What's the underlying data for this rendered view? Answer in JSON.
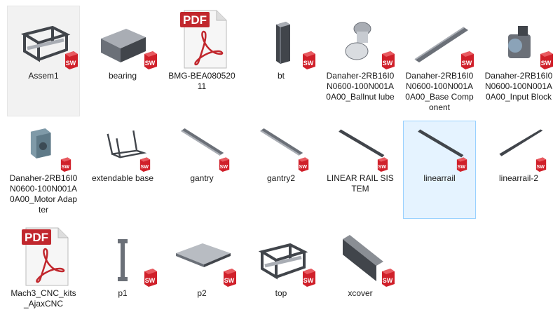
{
  "files": [
    {
      "name": "Assem1",
      "kind": "frame",
      "state": "hover"
    },
    {
      "name": "bearing",
      "kind": "block"
    },
    {
      "name": "BMG-BEA08052011",
      "kind": "pdf"
    },
    {
      "name": "bt",
      "kind": "box"
    },
    {
      "name": "Danaher-2RB16I0N0600-100N001A0A00_Ballnut lube",
      "kind": "ballnut"
    },
    {
      "name": "Danaher-2RB16I0N0600-100N001A0A00_Base Component",
      "kind": "rail"
    },
    {
      "name": "Danaher-2RB16I0N0600-100N001A0A00_Input Block",
      "kind": "motor"
    },
    {
      "name": "Danaher-2RB16I0N0600-100N001A0A00_Motor Adapter",
      "kind": "cube"
    },
    {
      "name": "extendable base",
      "kind": "stand"
    },
    {
      "name": "gantry",
      "kind": "beam"
    },
    {
      "name": "gantry2",
      "kind": "beam"
    },
    {
      "name": "LINEAR RAIL SISTEM",
      "kind": "rail2"
    },
    {
      "name": "linearrail",
      "kind": "rail2",
      "state": "selected"
    },
    {
      "name": "linearrail-2",
      "kind": "thinrail"
    },
    {
      "name": "Mach3_CNC_kits_AjaxCNC",
      "kind": "pdf"
    },
    {
      "name": "p1",
      "kind": "ibeam"
    },
    {
      "name": "p2",
      "kind": "plate"
    },
    {
      "name": "top",
      "kind": "frame"
    },
    {
      "name": "xcover",
      "kind": "cover"
    }
  ],
  "badge": {
    "sw_text": "SW",
    "pdf_text": "PDF"
  },
  "colors": {
    "sw_red": "#d0202a",
    "pdf_red": "#c1272d",
    "selection": "#e5f3ff"
  }
}
